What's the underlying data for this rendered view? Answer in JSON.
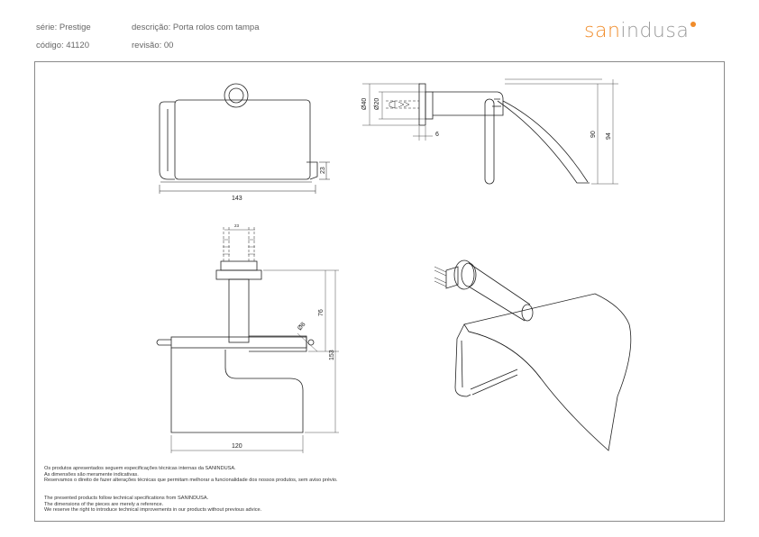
{
  "header": {
    "serie": "série: Prestige",
    "descricao": "descrição: Porta rolos com tampa",
    "codigo": "código: 41120",
    "revisao": "revisão: 00"
  },
  "logo": {
    "part1": "san",
    "part2": "indusa"
  },
  "dimensions": {
    "front_width": "143",
    "front_height": "23",
    "side_d40": "Ø40",
    "side_d20": "Ø20",
    "side_6": "6",
    "side_90": "90",
    "side_94": "94",
    "top_23": "23",
    "top_76": "76",
    "top_153": "153",
    "top_120": "120",
    "top_d8": "Ø8"
  },
  "notes": {
    "pt": [
      "Os produtos apresentados seguem especificações técnicas internas da SANINDUSA.",
      "As dimensões são meramente indicativas.",
      "Reservamos o direito de fazer alterações técnicas que permitam melhorar a funcionalidade dos nossos produtos, sem aviso prévio."
    ],
    "en": [
      "The presented products follow technical specifications from SANINDUSA.",
      "The dimensions of the pieces are merely a reference.",
      "We reserve the right to introduce technical improvements in our products without previous advice."
    ]
  }
}
